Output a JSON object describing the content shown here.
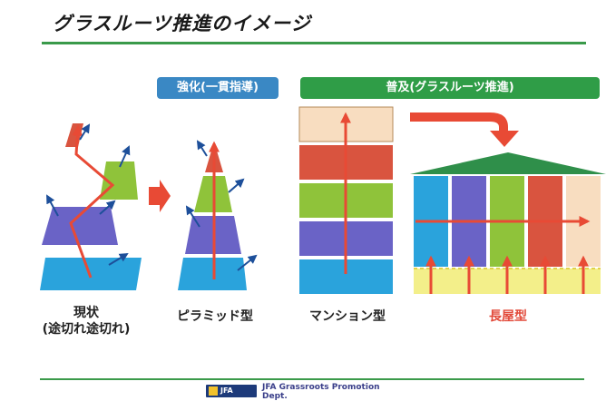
{
  "title": "グラスルーツ推進のイメージ",
  "labels": {
    "strengthen": "強化(一貫指導)",
    "spread": "普及(グラスルーツ推進)"
  },
  "captions": {
    "current_line1": "現状",
    "current_line2": "(途切れ途切れ)",
    "pyramid": "ピラミッド型",
    "mansion": "マンション型",
    "nagaya": "長屋型"
  },
  "footer": {
    "logo_text": "JFA",
    "text_line1": "JFA Grassroots Promotion",
    "text_line2": "Dept."
  },
  "colors": {
    "title_rule": "#3a9a4a",
    "blue_chip": "#3a88c4",
    "green_chip": "#2f9d47",
    "arrow_red": "#e84a35",
    "arrow_blue": "#1d4f9a",
    "layer_cyan": "#2aa3dc",
    "layer_purple": "#6a63c6",
    "layer_green": "#8fc33a",
    "layer_red": "#d9543f",
    "layer_peach": "#f8ddc0",
    "layer_yellow": "#f3ef8a",
    "roof_green": "#2f8f4a"
  }
}
